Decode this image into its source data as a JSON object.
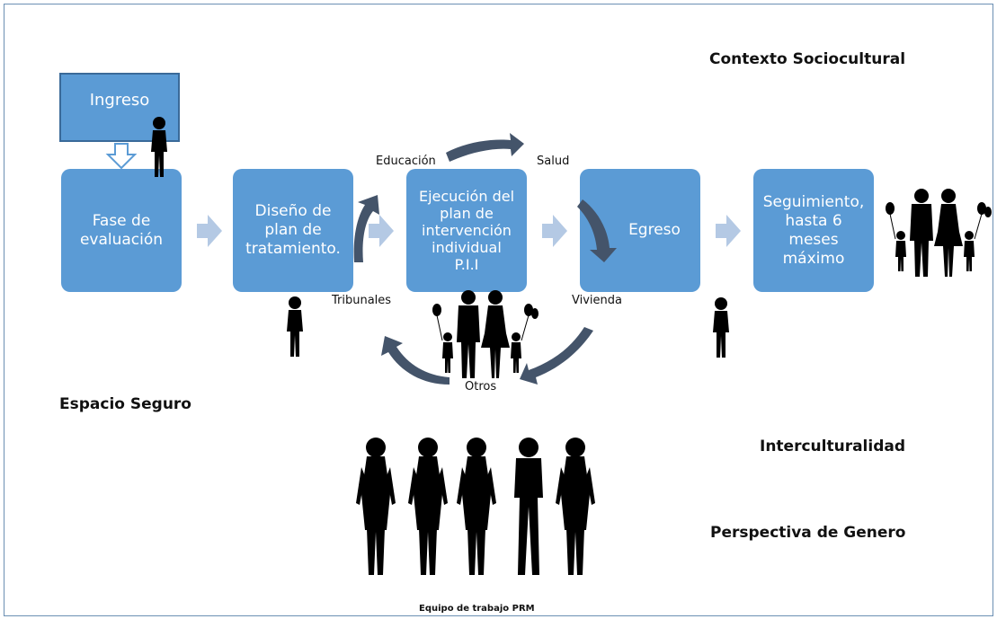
{
  "headings": {
    "contexto": "Contexto Sociocultural",
    "espacio": "Espacio Seguro",
    "intercultural": "Interculturalidad",
    "perspectiva": "Perspectiva de Genero"
  },
  "nodes": {
    "ingreso": "Ingreso",
    "fase": "Fase de\nevaluación",
    "diseno": "Diseño de\nplan de\ntratamiento.",
    "ejecucion": "Ejecución del\nplan de\nintervención\nindividual\nP.I.I",
    "egreso": "Egreso",
    "seguimiento": "Seguimiento,\nhasta 6\nmeses\nmáximo"
  },
  "cycle_labels": {
    "educacion": "Educación",
    "salud": "Salud",
    "tribunales": "Tribunales",
    "vivienda": "Vivienda",
    "otros": "Otros"
  },
  "team_caption": "Equipo de trabajo PRM",
  "colors": {
    "box": "#5b9bd5",
    "arrow_light": "#b4c9e4",
    "arrow_dark": "#44546a",
    "silhouette": "#000000"
  }
}
